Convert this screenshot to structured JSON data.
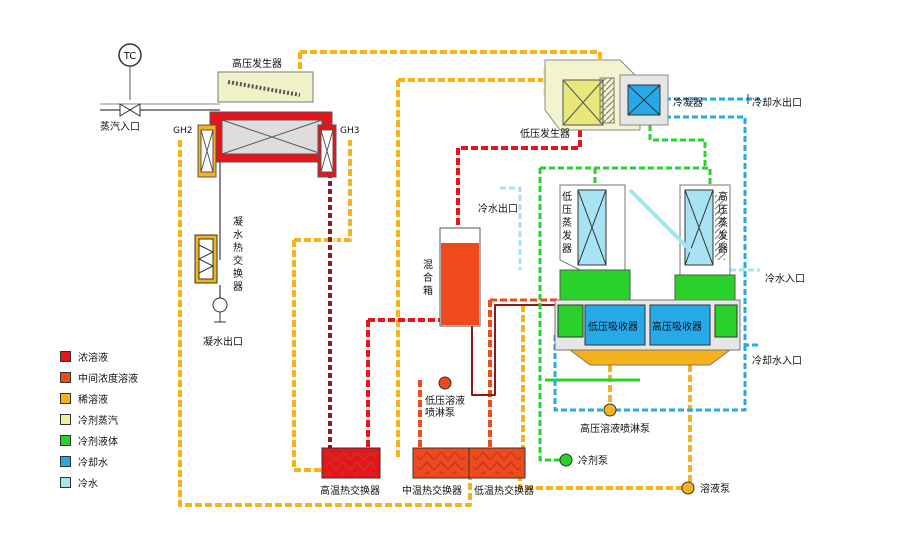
{
  "labels": {
    "tc": "TC",
    "steam_inlet": "蒸汽入口",
    "hp_generator": "高压发生器",
    "gh2": "GH2",
    "gh3": "GH3",
    "condensate_hx": "凝水热交换器",
    "condensate_outlet": "凝水出口",
    "lp_generator": "低压发生器",
    "condenser": "冷凝器",
    "cooling_water_outlet": "冷却水出口",
    "chilled_water_outlet": "冷水出口",
    "chilled_water_inlet": "冷水入口",
    "cooling_water_inlet": "冷却水入口",
    "lp_evaporator": "低压蒸发器",
    "hp_evaporator": "高压蒸发器",
    "mixing_tank": "混合箱",
    "lp_absorber": "低压吸收器",
    "hp_absorber": "高压吸收器",
    "lp_spray_pump": "低压溶液喷淋泵",
    "hp_spray_pump": "高压溶液喷淋泵",
    "refrigerant_pump": "冷剂泵",
    "solution_pump": "溶液泵",
    "ht_hx": "高温热交换器",
    "mt_hx": "中温热交换器",
    "lt_hx": "低温热交换器"
  },
  "legend": [
    {
      "label": "浓溶液",
      "color": "#e8141b"
    },
    {
      "label": "中间浓度溶液",
      "color": "#ef4a1c"
    },
    {
      "label": "稀溶液",
      "color": "#f5b21a"
    },
    {
      "label": "冷剂蒸汽",
      "color": "#efef9a"
    },
    {
      "label": "冷剂液体",
      "color": "#2bd12b"
    },
    {
      "label": "冷却水",
      "color": "#25a9e8"
    },
    {
      "label": "冷水",
      "color": "#a8e3f3"
    }
  ]
}
